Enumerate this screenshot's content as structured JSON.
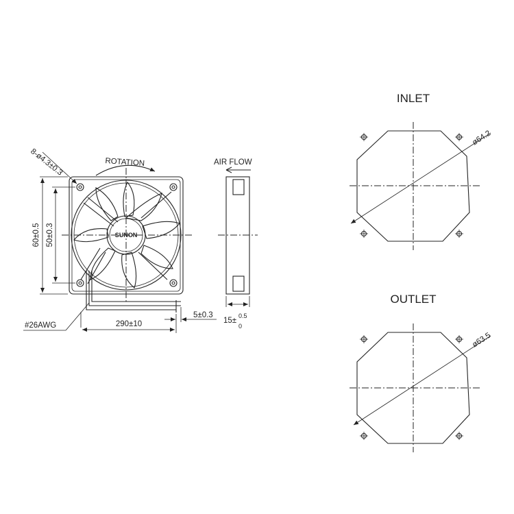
{
  "front_view": {
    "hole_callout": "8-ø4.3±0.3",
    "rotation_label": "ROTATION",
    "brand_label": "SUNON",
    "dim_outer": "60±0.5",
    "dim_inner": "50±0.3",
    "wire_gauge": "#26AWG",
    "wire_length": "290±10",
    "strip_length": "5±0.3"
  },
  "side_view": {
    "airflow_label": "AIR FLOW",
    "thickness_main": "15±",
    "thickness_upper": "0.5",
    "thickness_lower": "0"
  },
  "inlet": {
    "title": "INLET",
    "diameter": "ø64.2"
  },
  "outlet": {
    "title": "OUTLET",
    "diameter": "ø63.5"
  }
}
